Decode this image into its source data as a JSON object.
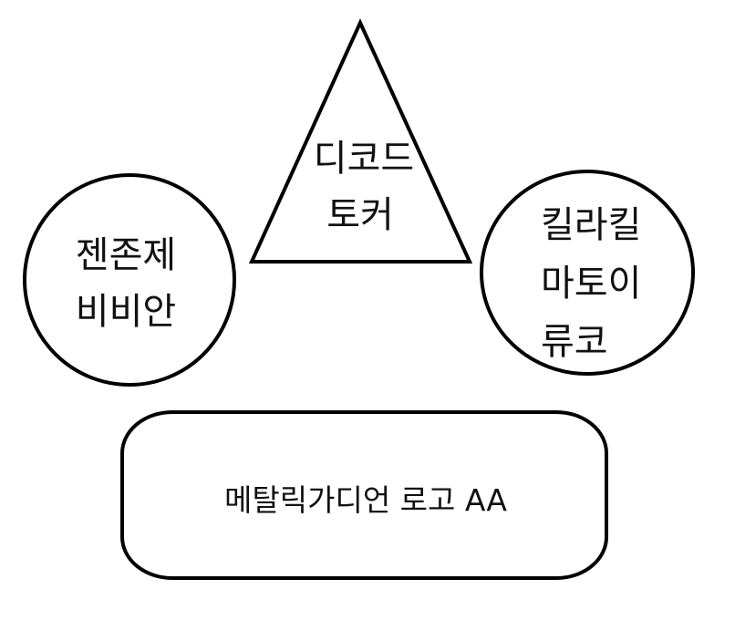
{
  "diagram": {
    "triangle": {
      "line1": "디코드",
      "line2": "토커"
    },
    "left_circle": {
      "line1": "젠존제",
      "line2": "비비안"
    },
    "right_circle": {
      "line1": "킬라킬",
      "line2": "마토이",
      "line3": "류코"
    },
    "bottom_box": {
      "text": "메탈릭가디언 로고 AA"
    }
  }
}
